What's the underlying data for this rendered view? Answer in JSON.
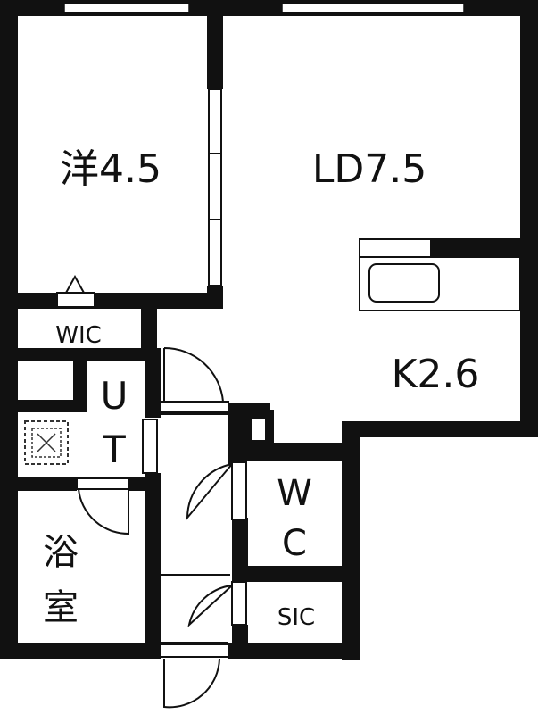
{
  "rooms": {
    "western_room": "洋4.5",
    "living_dining": "LD7.5",
    "kitchen": "K2.6",
    "walk_in_closet": "WIC",
    "utility_u": "U",
    "utility_t": "T",
    "bath_1": "浴",
    "bath_2": "室",
    "toilet_w": "W",
    "toilet_c": "C",
    "shoe_closet": "SIC"
  },
  "colors": {
    "wall": "#111111",
    "background": "#ffffff",
    "fixture_gray": "#777777"
  }
}
